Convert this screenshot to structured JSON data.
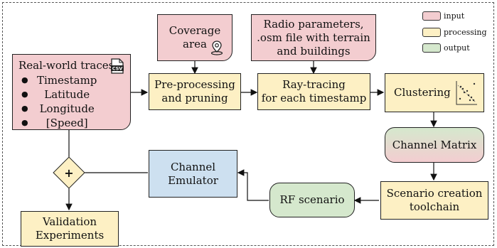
{
  "legend": {
    "input": "input",
    "processing": "processing",
    "output": "output"
  },
  "colors": {
    "input": "#f3cdd0",
    "processing": "#fdf0c4",
    "output": "#d5e8cd",
    "emulator": "#cde0f0"
  },
  "nodes": {
    "coverage": {
      "line1": "Coverage",
      "line2": "area"
    },
    "radio": {
      "line1": "Radio parameters,",
      "line2": ".osm file with terrain",
      "line3": "and buildings"
    },
    "traces": {
      "title": "Real-world traces",
      "items": [
        "Timestamp",
        "Latitude",
        "Longitude",
        "[Speed]"
      ],
      "icon_text": "CSV"
    },
    "preprocess": {
      "line1": "Pre-processing",
      "line2": "and pruning"
    },
    "raytracing": {
      "line1": "Ray-tracing",
      "line2": "for each timestamp"
    },
    "clustering": {
      "line1": "Clustering"
    },
    "channel_matrix": {
      "line1": "Channel Matrix"
    },
    "channel_emulator": {
      "line1": "Channel",
      "line2": "Emulator"
    },
    "rf_scenario": {
      "line1": "RF scenario"
    },
    "scenario_creation": {
      "line1": "Scenario creation",
      "line2": "toolchain"
    },
    "combiner": {
      "symbol": "+"
    },
    "validation": {
      "line1": "Validation",
      "line2": "Experiments"
    }
  },
  "icons": {
    "coverage": "map-pin-icon",
    "traces": "csv-file-icon",
    "clustering": "scatter-plot-icon"
  }
}
